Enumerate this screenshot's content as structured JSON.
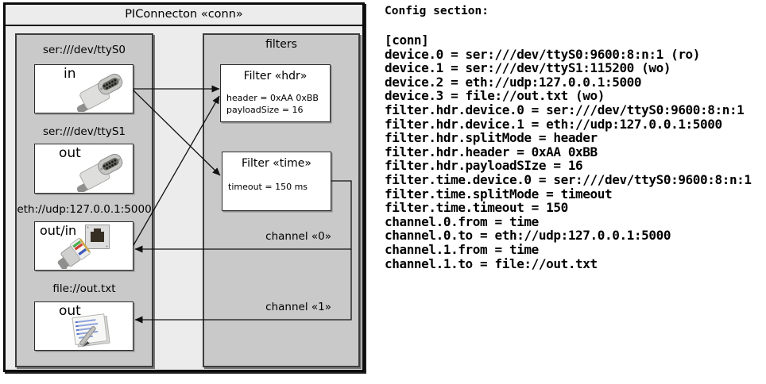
{
  "diagram": {
    "title": "PIConnecton «conn»",
    "colors": {
      "outer_bg": "#ececec",
      "panel_bg": "#c9c9c9",
      "box_bg": "#ffffff",
      "line": "#111111"
    },
    "devices": [
      {
        "label": "ser:///dev/ttyS0",
        "port": "in",
        "icon": "serial-connector-icon"
      },
      {
        "label": "ser:///dev/ttyS1",
        "port": "out",
        "icon": "serial-connector-icon"
      },
      {
        "label": "eth://udp:127.0.0.1:5000",
        "port": "out/in",
        "icon": "ethernet-connector-icon"
      },
      {
        "label": "file://out.txt",
        "port": "out",
        "icon": "notepad-icon"
      }
    ],
    "filters_panel": {
      "title": "filters",
      "filters": [
        {
          "title": "Filter «hdr»",
          "properties": [
            "header = 0xAA 0xBB",
            "payloadSize = 16"
          ]
        },
        {
          "title": "Filter «time»",
          "properties": [
            "timeout = 150 ms"
          ]
        }
      ]
    },
    "channels": [
      {
        "label": "channel «0»"
      },
      {
        "label": "channel «1»"
      }
    ]
  },
  "config": {
    "heading": "Config section:",
    "lines": [
      "[conn]",
      "device.0 = ser:///dev/ttyS0:9600:8:n:1 (ro)",
      "device.1 = ser:///dev/ttyS1:115200 (wo)",
      "device.2 = eth://udp:127.0.0.1:5000",
      "device.3 = file://out.txt (wo)",
      "filter.hdr.device.0 = ser:///dev/ttyS0:9600:8:n:1",
      "filter.hdr.device.1 = eth://udp:127.0.0.1:5000",
      "filter.hdr.splitMode = header",
      "filter.hdr.header = 0xAA 0xBB",
      "filter.hdr.payloadSIze = 16",
      "filter.time.device.0 = ser:///dev/ttyS0:9600:8:n:1",
      "filter.time.splitMode = timeout",
      "filter.time.timeout = 150",
      "channel.0.from = time",
      "channel.0.to = eth://udp:127.0.0.1:5000",
      "channel.1.from = time",
      "channel.1.to = file://out.txt"
    ]
  }
}
